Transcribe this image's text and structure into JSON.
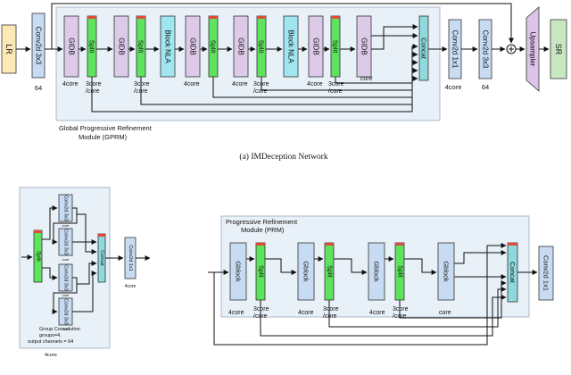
{
  "colors": {
    "gidb": "#dccae8",
    "split": "#5ee35e",
    "split_accent": "#e04a3a",
    "nla": "#9fe6f0",
    "conv": "#c7dcf2",
    "concat": "#8fd9dd",
    "io": "#fde9b5",
    "sr": "#c9e8c2",
    "upsampler": "#dcc3e8",
    "gprm_bg": "#e8f0f8",
    "gblock": "#c7dcf2"
  },
  "top": {
    "lr": "LR",
    "conv_in": "Conv2d 3x3",
    "conv_in_ch": "64",
    "gidb": "GIDB",
    "split": "Split",
    "nla": "Block NLA",
    "concat": "Concat",
    "conv1x1": "Conv2d 1x1",
    "conv1x1_ch": "4core",
    "conv3x3": "Conv2d 3x3",
    "conv3x3_ch": "64",
    "upsampler": "Upsampler",
    "sr": "SR",
    "lbl_4core": "4core",
    "lbl_3core_a": "3core",
    "lbl_3core_b": "/core",
    "lbl_core": "core",
    "gprm_title_1": "Global Progressive Refinement",
    "gprm_title_2": "Module (GPRM)",
    "caption": "(a) IMDeception Network"
  },
  "gidb_detail": {
    "split": "Split",
    "conv2d": "Conv2d",
    "conv3x3": "3x3",
    "small_core": "core",
    "concat": "Concat",
    "conv1x1": "Conv2d 1x1",
    "in_ch": "4",
    "out_ch": "4core",
    "note_1": "Group Convolution",
    "note_2": "groups=4,",
    "note_3": "output channels = 64",
    "bottom": "4core"
  },
  "prm": {
    "title_1": "Progressive Refinement",
    "title_2": "Module (PRM)",
    "gblock": "Gblock",
    "split": "Split",
    "concat": "Concat",
    "conv1x1": "Conv2d 1x1",
    "lbl_4core": "4core",
    "lbl_3core_a": "3core",
    "lbl_3core_b": "/core",
    "lbl_core": "core"
  }
}
